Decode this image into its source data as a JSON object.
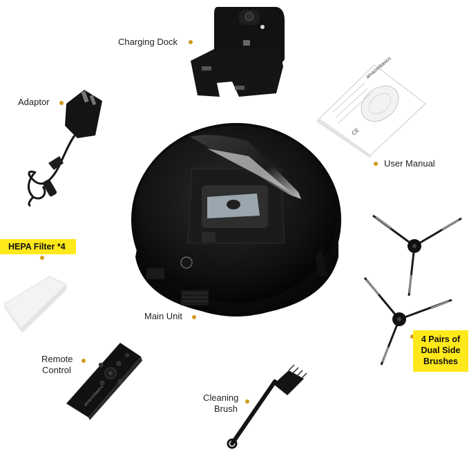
{
  "labels": {
    "charging_dock": "Charging Dock",
    "adaptor": "Adaptor",
    "user_manual": "User Manual",
    "hepa_filter": "HEPA Filter *4",
    "main_unit": "Main Unit",
    "remote_control_line1": "Remote",
    "remote_control_line2": "Control",
    "cleaning_brush_line1": "Cleaning",
    "cleaning_brush_line2": "Brush",
    "side_brushes_line1": "4 Pairs of",
    "side_brushes_line2": "Dual Side",
    "side_brushes_line3": "Brushes",
    "manual_brand": "amazonbasics",
    "manual_ce": "CE",
    "remote_brand": "amazonbasics"
  },
  "colors": {
    "accent_dot": "#d19a1c",
    "highlight_yellow": "#ffe81a",
    "device_black": "#111111"
  }
}
